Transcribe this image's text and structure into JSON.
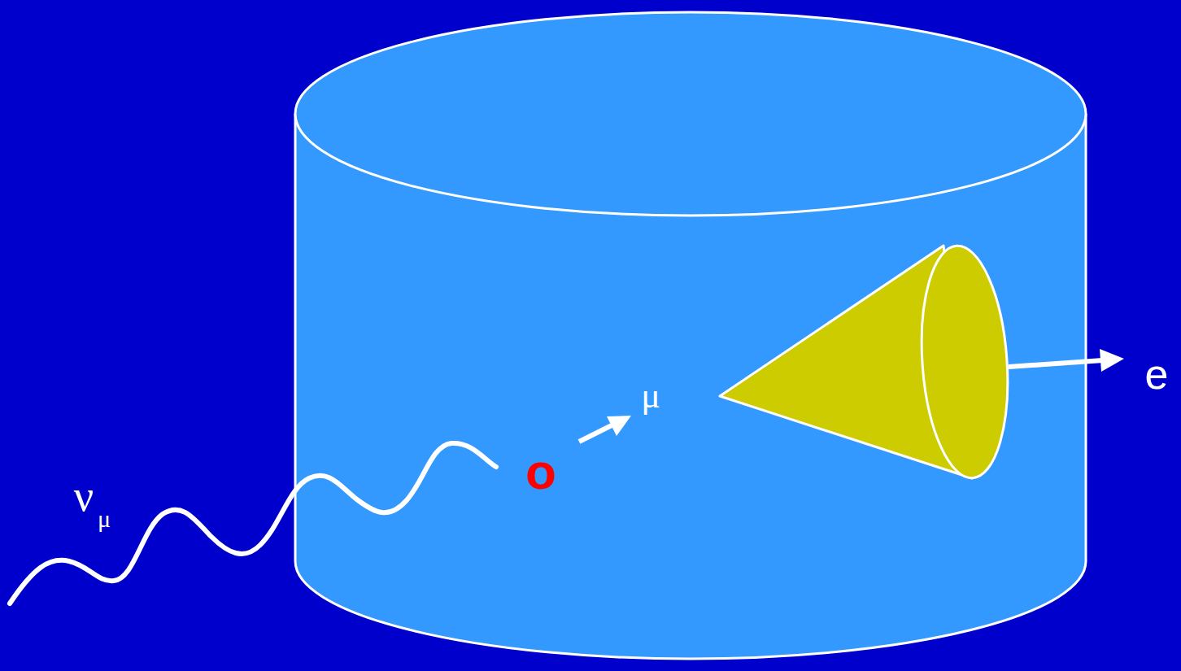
{
  "diagram": {
    "labels": [
      "ν",
      "μ",
      "o",
      "μ",
      "e"
    ]
  }
}
